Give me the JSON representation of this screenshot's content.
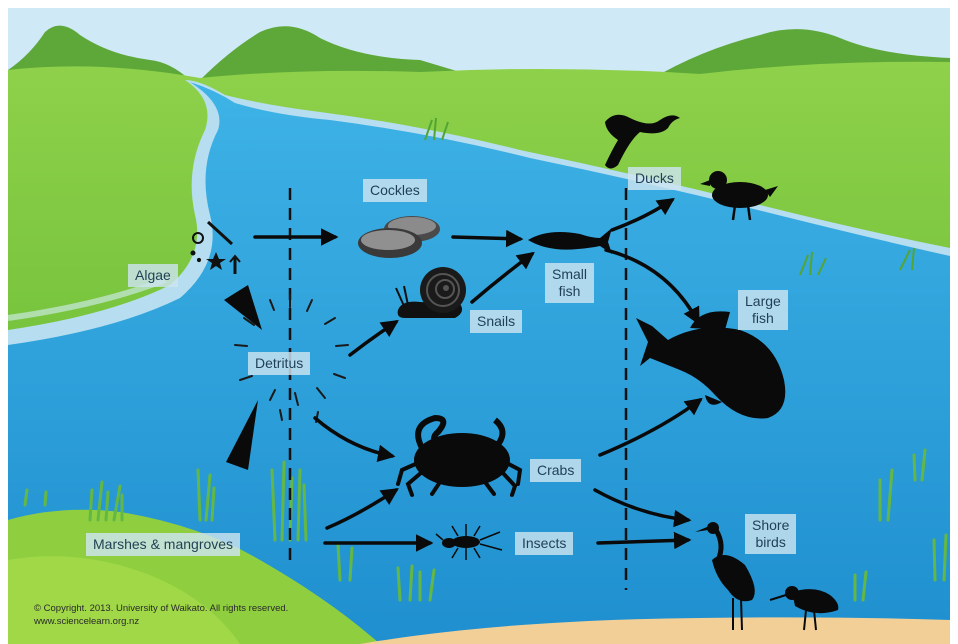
{
  "labels": {
    "algae": "Algae",
    "cockles": "Cockles",
    "detritus": "Detritus",
    "snails": "Snails",
    "small_fish": "Small\nfish",
    "ducks": "Ducks",
    "large_fish": "Large\nfish",
    "crabs": "Crabs",
    "marshes_mangroves": "Marshes & mangroves",
    "insects": "Insects",
    "shore_birds": "Shore\nbirds"
  },
  "copyright": {
    "line1": "© Copyright. 2013. University of Waikato. All rights reserved.",
    "line2": "www.sciencelearn.org.nz"
  },
  "colors": {
    "sky": "#cfe9f7",
    "hills": "#5ea83a",
    "grass": "#7ccb3e",
    "water": "#2aa3dc",
    "river_edge": "#b7ddf0",
    "sand": "#f2cf96",
    "silhouette": "#0a0a0a",
    "label_bg": "#cde4f0"
  }
}
